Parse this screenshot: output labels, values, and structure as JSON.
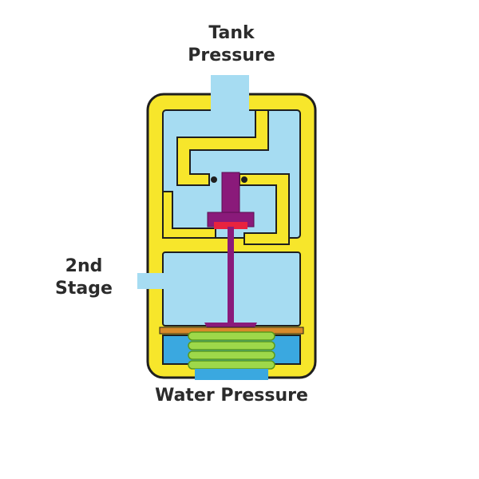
{
  "labels": {
    "tank_line1": "Tank",
    "tank_line2": "Pressure",
    "stage_line1": "2nd",
    "stage_line2": "Stage",
    "water": "Water Pressure"
  },
  "colors": {
    "housing": "#f7e62b",
    "housing_outline": "#1f1f1f",
    "fluid": "#a6dcf2",
    "piston": "#8a1a7a",
    "seal": "#e8233f",
    "diaphragm": "#d88a2a",
    "spring": "#9ed84a",
    "water_inlet": "#3aa8e0",
    "text": "#2b2b2b"
  }
}
